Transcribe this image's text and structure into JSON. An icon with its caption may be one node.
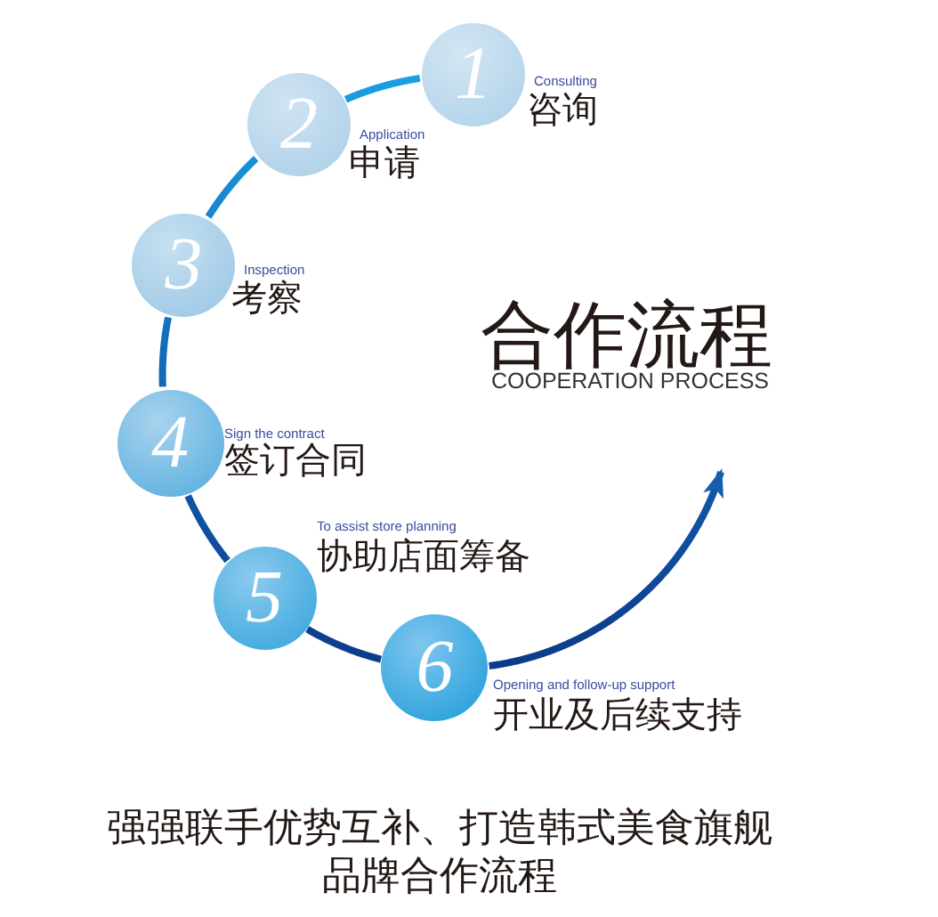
{
  "diagram": {
    "title": "合作流程",
    "nodes": [
      {
        "text": [
          "1"
        ],
        "beside": [
          "Consulting",
          "咨询"
        ]
      },
      {
        "text": [
          "2"
        ],
        "beside": [
          "Application",
          "申请"
        ]
      },
      {
        "text": [
          "3"
        ],
        "beside": [
          "Inspection",
          "考察"
        ]
      },
      {
        "text": [
          "4"
        ],
        "beside": [
          "Sign the contract",
          "签订合同"
        ]
      },
      {
        "text": [
          "5"
        ],
        "beside": [
          "To assist store planning",
          "协助店面筹备"
        ]
      },
      {
        "text": [
          "6"
        ],
        "beside": [
          "Opening and follow-up support",
          "开业及后续支持"
        ]
      }
    ],
    "edges": [
      {
        "from": 0,
        "to": 1,
        "arrow": "none"
      },
      {
        "from": 1,
        "to": 2,
        "arrow": "none"
      },
      {
        "from": 2,
        "to": 3,
        "arrow": "none"
      },
      {
        "from": 3,
        "to": 4,
        "arrow": "none"
      },
      {
        "from": 4,
        "to": 5,
        "arrow": "none"
      },
      {
        "from": 5,
        "to": null,
        "arrow": "to"
      }
    ],
    "labels": [
      "COOPERATION PROCESS",
      "强强联手优势互补、打造韩式美食旗舰",
      "品牌合作流程"
    ]
  }
}
